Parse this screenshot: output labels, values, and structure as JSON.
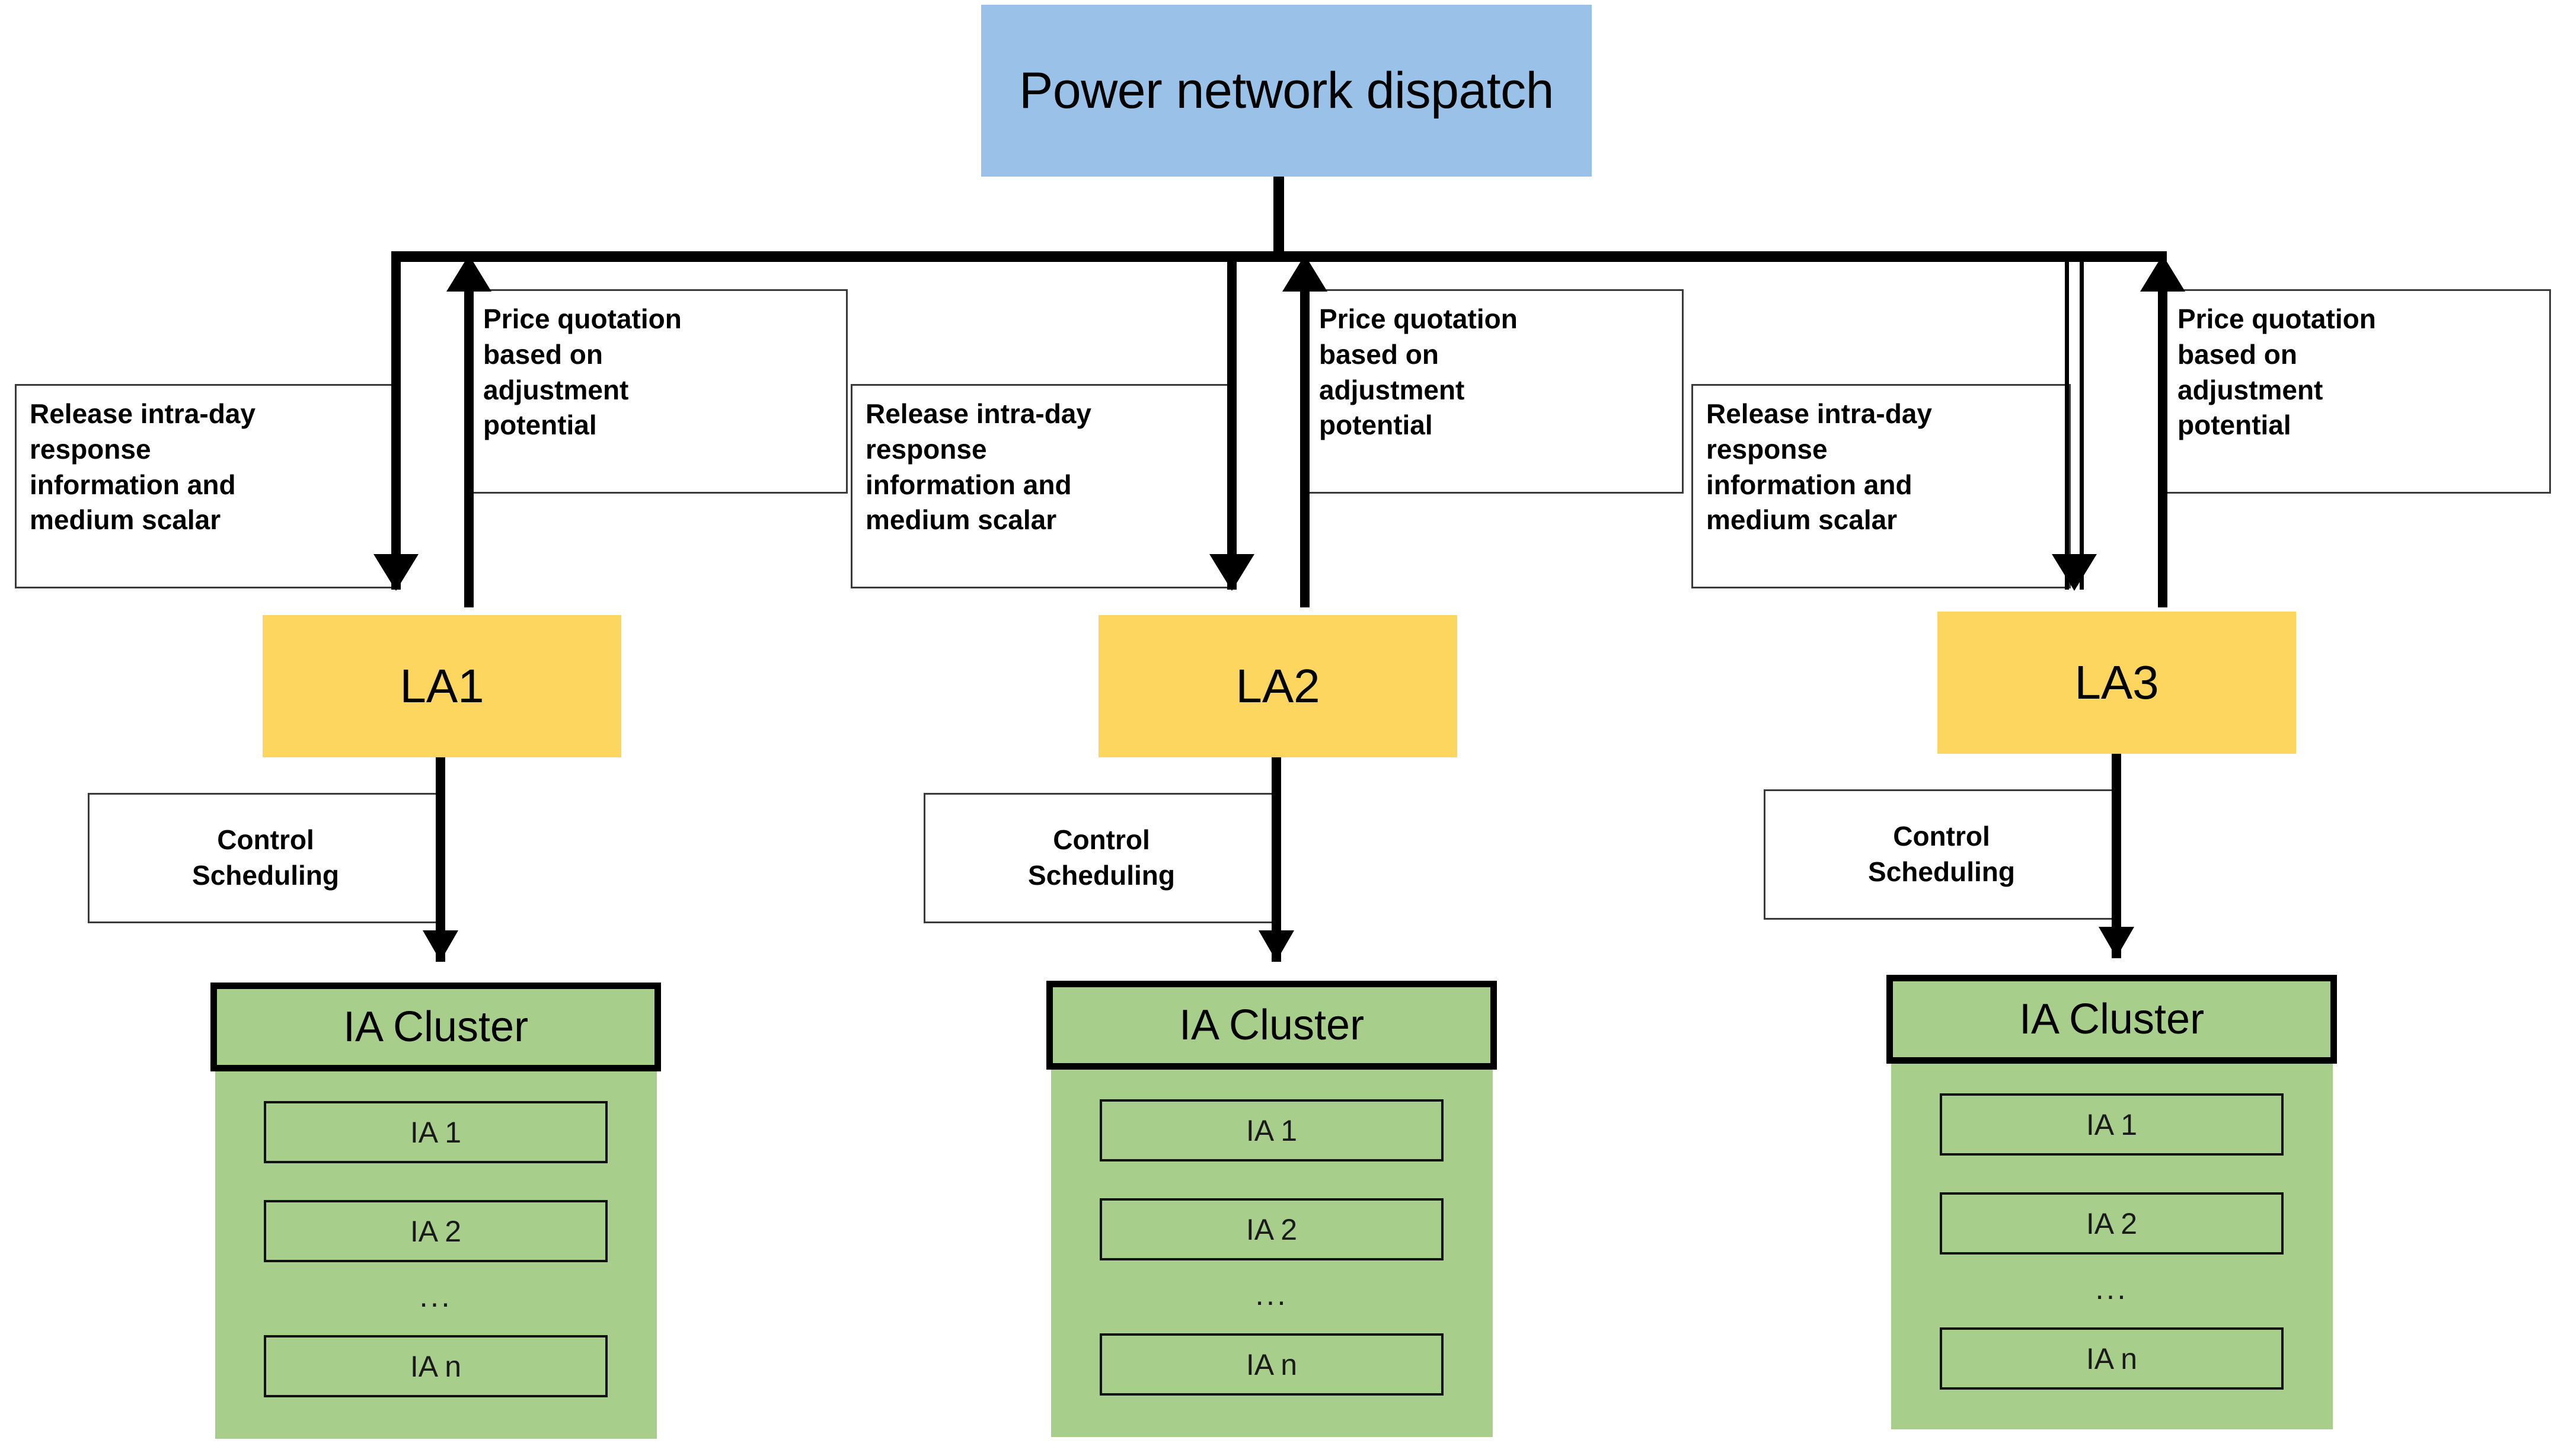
{
  "diagram": {
    "root": {
      "label": "Power network\ndispatch",
      "color": "#9ac2e8"
    },
    "bus": {
      "name": "distribution-bus"
    },
    "edge_labels": {
      "downlink": "Release intra-day\nresponse\ninformation and\nmedium scalar",
      "uplink": "Price quotation\nbased on\nadjustment\npotential",
      "control": "Control\nScheduling"
    },
    "columns": [
      {
        "la_label": "LA1",
        "cluster_title": "IA Cluster",
        "agents": [
          "IA 1",
          "IA 2",
          "...",
          "IA n"
        ]
      },
      {
        "la_label": "LA2",
        "cluster_title": "IA Cluster",
        "agents": [
          "IA 1",
          "IA 2",
          "...",
          "IA n"
        ]
      },
      {
        "la_label": "LA3",
        "cluster_title": "IA Cluster",
        "agents": [
          "IA 1",
          "IA 2",
          "...",
          "IA n"
        ]
      }
    ],
    "colors": {
      "dispatch": "#9ac2e8",
      "local_agent": "#fcd65e",
      "cluster": "#a8ce8c",
      "line": "#000000",
      "note_border": "#3a3a3a"
    }
  }
}
